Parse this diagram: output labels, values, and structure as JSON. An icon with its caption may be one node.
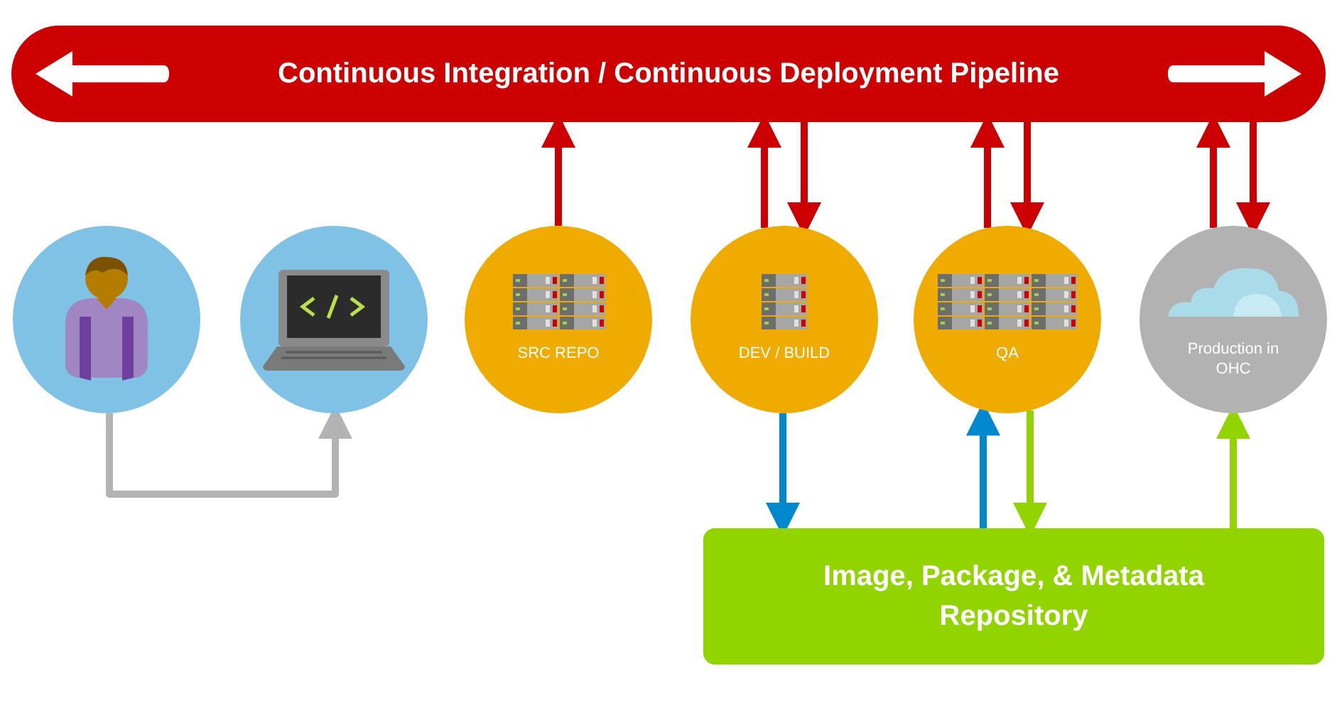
{
  "diagram": {
    "nodes": [
      {
        "text": [
          "Continuous Integration / Continuous Deployment Pipeline"
        ]
      },
      {
        "text": [],
        "shape": "circle"
      },
      {
        "text": [],
        "shape": "circle"
      },
      {
        "text": [
          "SRC REPO"
        ]
      },
      {
        "text": [
          "DEV / BUILD"
        ]
      },
      {
        "text": [
          "QA"
        ]
      },
      {
        "text": [
          "Production in OHC"
        ]
      },
      {
        "text": [
          "Image, Package, & Metadata Repository"
        ]
      }
    ],
    "edges": [
      {
        "from": 1,
        "to": 2,
        "arrow": "to",
        "color": "#b3b3b3"
      },
      {
        "from": 3,
        "to": 0,
        "arrow": "to"
      },
      {
        "from": 4,
        "to": 0,
        "arrow": "to"
      },
      {
        "from": 0,
        "to": 4,
        "arrow": "to"
      },
      {
        "from": 5,
        "to": 0,
        "arrow": "to"
      },
      {
        "from": 0,
        "to": 5,
        "arrow": "to"
      },
      {
        "from": 6,
        "to": 0,
        "arrow": "to"
      },
      {
        "from": 0,
        "to": 6,
        "arrow": "to"
      },
      {
        "from": 4,
        "to": 7,
        "arrow": "to",
        "color": "#0088ce"
      },
      {
        "from": 7,
        "to": 5,
        "arrow": "to",
        "color": "#0088ce"
      },
      {
        "from": 5,
        "to": 7,
        "arrow": "to",
        "color": "#92d400"
      },
      {
        "from": 7,
        "to": 6,
        "arrow": "to",
        "color": "#92d400"
      }
    ]
  }
}
